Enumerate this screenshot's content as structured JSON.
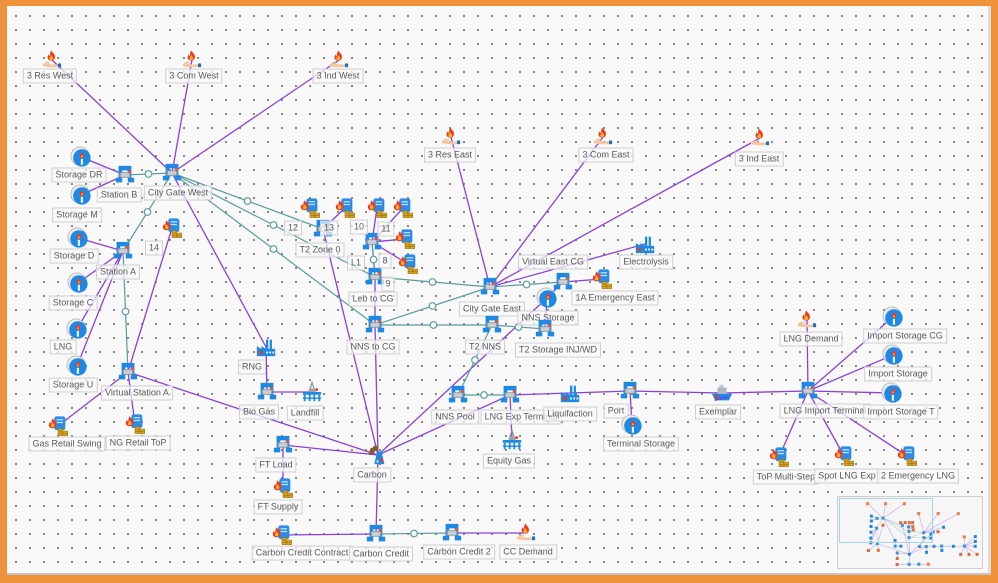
{
  "colors": {
    "frame": "#F0923A",
    "canvas": "#F9F9F9",
    "flow_edge": "#8A3FE0",
    "pipeline_edge": "#5A9C9C",
    "pipeline_marker_fill": "#FFFFFF",
    "minimap_viewport": "#A9D3E6"
  },
  "diagram": {
    "nodes": [
      {
        "id": "res_west",
        "label": "3 Res West",
        "icon": "consumer-icon"
      },
      {
        "id": "com_west",
        "label": "3 Com West",
        "icon": "consumer-icon"
      },
      {
        "id": "ind_west",
        "label": "3 Ind West",
        "icon": "consumer-icon"
      },
      {
        "id": "storage_dr",
        "label": "Storage DR",
        "icon": "storage-icon"
      },
      {
        "id": "storage_m",
        "label": "Storage M",
        "icon": "storage-icon"
      },
      {
        "id": "station_b",
        "label": "Station B",
        "icon": "compressor-icon"
      },
      {
        "id": "cgw",
        "label": "City Gate West",
        "icon": "compressor-icon"
      },
      {
        "id": "storage_d",
        "label": "Storage D",
        "icon": "storage-icon"
      },
      {
        "id": "station_a",
        "label": "Station A",
        "icon": "compressor-icon"
      },
      {
        "id": "contract_14",
        "label": "",
        "icon": "contract-icon"
      },
      {
        "id": "storage_c",
        "label": "Storage C",
        "icon": "storage-icon"
      },
      {
        "id": "lng",
        "label": "LNG",
        "icon": "storage-icon"
      },
      {
        "id": "storage_u",
        "label": "Storage U",
        "icon": "storage-icon"
      },
      {
        "id": "vsa",
        "label": "Virtual Station A",
        "icon": "compressor-icon"
      },
      {
        "id": "gas_retail_swing",
        "label": "Gas Retail Swing",
        "icon": "contract-icon"
      },
      {
        "id": "ng_retail_top",
        "label": "NG Retail ToP",
        "icon": "contract-icon"
      },
      {
        "id": "rng",
        "label": "RNG",
        "icon": "factory-icon"
      },
      {
        "id": "bio_gas",
        "label": "Bio Gas",
        "icon": "compressor-icon"
      },
      {
        "id": "landfill",
        "label": "Landfill",
        "icon": "rig-icon"
      },
      {
        "id": "ft_load",
        "label": "FT Load",
        "icon": "compressor-icon"
      },
      {
        "id": "ft_supply",
        "label": "FT Supply",
        "icon": "contract-icon"
      },
      {
        "id": "cc_contract",
        "label": "Carbon Credit Contract",
        "icon": "contract-icon"
      },
      {
        "id": "carbon_credit",
        "label": "Carbon Credit",
        "icon": "compressor-icon"
      },
      {
        "id": "carbon_credit_2",
        "label": "Carbon Credit 2",
        "icon": "compressor-icon"
      },
      {
        "id": "cc_demand",
        "label": "CC Demand",
        "icon": "consumer-icon"
      },
      {
        "id": "carbon",
        "label": "Carbon",
        "icon": "power-plant-icon"
      },
      {
        "id": "t2c1",
        "label": "",
        "icon": "contract-icon"
      },
      {
        "id": "t2c2",
        "label": "",
        "icon": "contract-icon"
      },
      {
        "id": "t2_zone_0",
        "label": "T2 Zone 0",
        "icon": "compressor-icon"
      },
      {
        "id": "hc_a",
        "label": "",
        "icon": "contract-icon"
      },
      {
        "id": "hc_b",
        "label": "",
        "icon": "contract-icon"
      },
      {
        "id": "hc_c",
        "label": "",
        "icon": "contract-icon"
      },
      {
        "id": "hc_d",
        "label": "",
        "icon": "contract-icon"
      },
      {
        "id": "hub_10",
        "label": "",
        "icon": "compressor-icon"
      },
      {
        "id": "leb_to_cg",
        "label": "Leb to CG",
        "icon": "compressor-icon"
      },
      {
        "id": "nns_to_cg",
        "label": "NNS to CG",
        "icon": "compressor-icon"
      },
      {
        "id": "res_east",
        "label": "3 Res East",
        "icon": "consumer-icon"
      },
      {
        "id": "com_east",
        "label": "3 Com East",
        "icon": "consumer-icon"
      },
      {
        "id": "ind_east",
        "label": "3 Ind East",
        "icon": "consumer-icon"
      },
      {
        "id": "electrolysis",
        "label": "Electrolysis",
        "icon": "factory-icon"
      },
      {
        "id": "cge",
        "label": "City Gate East",
        "icon": "compressor-icon"
      },
      {
        "id": "vecg",
        "label": "Virtual East CG",
        "icon": "compressor-icon"
      },
      {
        "id": "em_east",
        "label": "1A Emergency East",
        "icon": "contract-icon"
      },
      {
        "id": "nns_storage",
        "label": "NNS Storage",
        "icon": "storage-icon"
      },
      {
        "id": "t2_nns",
        "label": "T2 NNS",
        "icon": "compressor-icon"
      },
      {
        "id": "t2_storage",
        "label": "T2 Storage INJ/WD",
        "icon": "compressor-icon"
      },
      {
        "id": "nns_pool",
        "label": "NNS Pool",
        "icon": "compressor-icon"
      },
      {
        "id": "lng_exp",
        "label": "LNG Exp Terminal",
        "icon": "compressor-icon"
      },
      {
        "id": "equity_gas",
        "label": "Equity Gas",
        "icon": "rig-icon"
      },
      {
        "id": "liquifaction",
        "label": "Liquifaction",
        "icon": "factory-icon"
      },
      {
        "id": "port",
        "label": "Port",
        "icon": "compressor-icon"
      },
      {
        "id": "terminal_storage",
        "label": "Terminal Storage",
        "icon": "storage-icon"
      },
      {
        "id": "exemplar",
        "label": "Exemplar",
        "icon": "ship-icon"
      },
      {
        "id": "lng_demand",
        "label": "LNG Demand",
        "icon": "consumer-icon"
      },
      {
        "id": "lng_import",
        "label": "LNG Import Terminal",
        "icon": "compressor-icon"
      },
      {
        "id": "isc",
        "label": "Import Storage CG",
        "icon": "storage-icon"
      },
      {
        "id": "is",
        "label": "Import Storage",
        "icon": "storage-icon"
      },
      {
        "id": "ist",
        "label": "Import Storage T",
        "icon": "storage-icon"
      },
      {
        "id": "top_multi",
        "label": "ToP Multi-Step",
        "icon": "contract-icon"
      },
      {
        "id": "spot_lng",
        "label": "Spot LNG Exp",
        "icon": "contract-icon"
      },
      {
        "id": "em_lng",
        "label": "2 Emergency LNG",
        "icon": "contract-icon"
      }
    ],
    "tags": [
      {
        "id": "tag_14",
        "text": "14"
      },
      {
        "id": "tag_12",
        "text": "12"
      },
      {
        "id": "tag_13",
        "text": "13"
      },
      {
        "id": "tag_10",
        "text": "10"
      },
      {
        "id": "tag_11",
        "text": "11"
      },
      {
        "id": "tag_l1",
        "text": "L1"
      },
      {
        "id": "tag_8",
        "text": "8"
      },
      {
        "id": "tag_9",
        "text": "9"
      }
    ],
    "edges": [
      {
        "from": "res_west",
        "to": "cgw",
        "kind": "flow"
      },
      {
        "from": "com_west",
        "to": "cgw",
        "kind": "flow"
      },
      {
        "from": "ind_west",
        "to": "cgw",
        "kind": "flow"
      },
      {
        "from": "storage_dr",
        "to": "station_b",
        "kind": "flow"
      },
      {
        "from": "storage_m",
        "to": "station_b",
        "kind": "flow"
      },
      {
        "from": "storage_d",
        "to": "station_a",
        "kind": "flow"
      },
      {
        "from": "storage_c",
        "to": "station_a",
        "kind": "flow"
      },
      {
        "from": "lng",
        "to": "station_a",
        "kind": "flow"
      },
      {
        "from": "storage_u",
        "to": "station_a",
        "kind": "flow"
      },
      {
        "from": "cgw",
        "to": "rng",
        "kind": "flow"
      },
      {
        "from": "contract_14",
        "to": "vsa",
        "kind": "flow"
      },
      {
        "from": "vsa",
        "to": "ng_retail_top",
        "kind": "flow"
      },
      {
        "from": "vsa",
        "to": "gas_retail_swing",
        "kind": "flow"
      },
      {
        "from": "vsa",
        "to": "carbon",
        "kind": "flow"
      },
      {
        "from": "rng",
        "to": "bio_gas",
        "kind": "flow"
      },
      {
        "from": "bio_gas",
        "to": "landfill",
        "kind": "flow"
      },
      {
        "from": "ft_load",
        "to": "carbon",
        "kind": "flow"
      },
      {
        "from": "ft_load",
        "to": "ft_supply",
        "kind": "flow"
      },
      {
        "from": "cc_contract",
        "to": "carbon_credit",
        "kind": "flow"
      },
      {
        "from": "carbon",
        "to": "carbon_credit",
        "kind": "flow"
      },
      {
        "from": "carbon_credit_2",
        "to": "cc_demand",
        "kind": "flow"
      },
      {
        "from": "t2_zone_0",
        "to": "carbon",
        "kind": "flow"
      },
      {
        "from": "t2c2",
        "to": "t2_zone_0",
        "kind": "flow"
      },
      {
        "from": "hc_a",
        "to": "hub_10",
        "kind": "flow"
      },
      {
        "from": "hub_10",
        "to": "hc_b",
        "kind": "flow"
      },
      {
        "from": "hub_10",
        "to": "hc_c",
        "kind": "flow"
      },
      {
        "from": "hub_10",
        "to": "hc_d",
        "kind": "flow"
      },
      {
        "from": "hub_10",
        "to": "leb_to_cg",
        "kind": "flow"
      },
      {
        "from": "leb_to_cg",
        "to": "nns_to_cg",
        "kind": "flow"
      },
      {
        "from": "nns_to_cg",
        "to": "carbon",
        "kind": "flow"
      },
      {
        "from": "carbon",
        "to": "lng_exp",
        "kind": "flow"
      },
      {
        "from": "carbon",
        "to": "nns_storage",
        "kind": "flow"
      },
      {
        "from": "nns_storage",
        "to": "vecg",
        "kind": "flow"
      },
      {
        "from": "nns_storage",
        "to": "t2_storage",
        "kind": "flow"
      },
      {
        "from": "cge",
        "to": "res_east",
        "kind": "flow"
      },
      {
        "from": "cge",
        "to": "com_east",
        "kind": "flow"
      },
      {
        "from": "cge",
        "to": "ind_east",
        "kind": "flow"
      },
      {
        "from": "cge",
        "to": "electrolysis",
        "kind": "flow"
      },
      {
        "from": "vecg",
        "to": "em_east",
        "kind": "flow"
      },
      {
        "from": "lng_exp",
        "to": "equity_gas",
        "kind": "flow"
      },
      {
        "from": "lng_exp",
        "to": "liquifaction",
        "kind": "flow"
      },
      {
        "from": "liquifaction",
        "to": "port",
        "kind": "flow"
      },
      {
        "from": "port",
        "to": "terminal_storage",
        "kind": "flow"
      },
      {
        "from": "port",
        "to": "exemplar",
        "kind": "flow"
      },
      {
        "from": "exemplar",
        "to": "lng_import",
        "kind": "flow"
      },
      {
        "from": "lng_import",
        "to": "lng_demand",
        "kind": "flow"
      },
      {
        "from": "lng_import",
        "to": "isc",
        "kind": "flow"
      },
      {
        "from": "lng_import",
        "to": "is",
        "kind": "flow"
      },
      {
        "from": "lng_import",
        "to": "ist",
        "kind": "flow"
      },
      {
        "from": "lng_import",
        "to": "top_multi",
        "kind": "flow"
      },
      {
        "from": "lng_import",
        "to": "spot_lng",
        "kind": "flow"
      },
      {
        "from": "lng_import",
        "to": "em_lng",
        "kind": "flow"
      },
      {
        "from": "station_b",
        "to": "cgw",
        "kind": "pipeline"
      },
      {
        "from": "cgw",
        "to": "station_a",
        "kind": "pipeline"
      },
      {
        "from": "station_a",
        "to": "vsa",
        "kind": "pipeline"
      },
      {
        "from": "cgw",
        "to": "t2_zone_0",
        "kind": "pipeline"
      },
      {
        "from": "cgw",
        "to": "leb_to_cg",
        "kind": "pipeline"
      },
      {
        "from": "cgw",
        "to": "nns_to_cg",
        "kind": "pipeline"
      },
      {
        "from": "hub_10",
        "to": "leb_to_cg",
        "kind": "pipeline"
      },
      {
        "from": "leb_to_cg",
        "to": "cge",
        "kind": "pipeline"
      },
      {
        "from": "nns_to_cg",
        "to": "cge",
        "kind": "pipeline"
      },
      {
        "from": "nns_to_cg",
        "to": "t2_nns",
        "kind": "pipeline"
      },
      {
        "from": "t2_nns",
        "to": "t2_storage",
        "kind": "pipeline"
      },
      {
        "from": "cge",
        "to": "vecg",
        "kind": "pipeline"
      },
      {
        "from": "t2_nns",
        "to": "nns_pool",
        "kind": "pipeline"
      },
      {
        "from": "nns_pool",
        "to": "lng_exp",
        "kind": "pipeline"
      },
      {
        "from": "carbon_credit",
        "to": "carbon_credit_2",
        "kind": "pipeline"
      }
    ]
  }
}
